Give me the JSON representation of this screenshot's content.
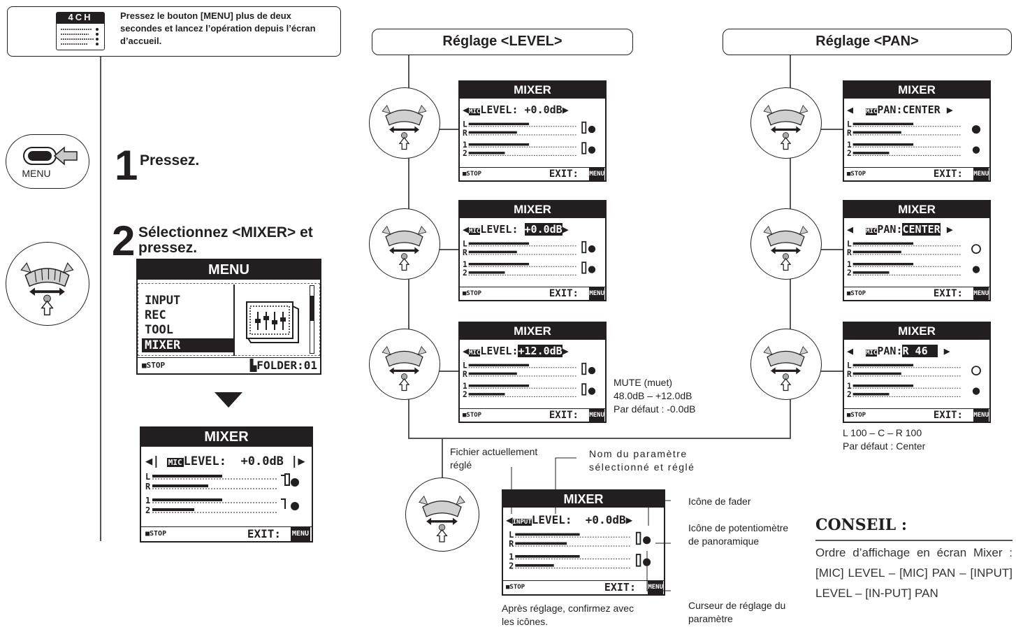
{
  "header": {
    "badge": "4CH",
    "note": "Pressez le bouton [MENU] plus de deux secondes et lancez l’opération depuis l’écran d’accueil."
  },
  "sections": {
    "level": "Réglage <LEVEL>",
    "pan": "Réglage <PAN>"
  },
  "menu_button_label": "MENU",
  "steps": [
    {
      "number": "1",
      "text": "Pressez."
    },
    {
      "number": "2",
      "text": "Sélectionnez <MIXER> et pressez."
    }
  ],
  "menu_screen": {
    "title": "MENU",
    "items": [
      "INPUT",
      "REC",
      "TOOL",
      "MIXER"
    ],
    "selected": "MIXER",
    "foot_left": "■STOP",
    "foot_right": "▙FOLDER:01"
  },
  "mixer": {
    "title": "MIXER",
    "level_label": "LEVEL:",
    "pan_label": "PAN:",
    "mic_tag": "MIC",
    "input_tag": "INPUT",
    "channels": [
      "L",
      "R",
      "1",
      "2"
    ],
    "foot_left": "■STOP",
    "foot_right": "EXIT:",
    "foot_key": "MENU"
  },
  "step2_screen": {
    "value": "+0.0dB"
  },
  "level_screens": [
    {
      "value": "+0.0dB"
    },
    {
      "value": "+0.0dB"
    },
    {
      "value": "+12.0dB"
    }
  ],
  "pan_screens": [
    {
      "value": "CENTER"
    },
    {
      "value": "CENTER"
    },
    {
      "value": "R 46"
    }
  ],
  "diagram_screen": {
    "value": "+0.0dB"
  },
  "level_range": [
    "MUTE (muet)",
    "48.0dB – +12.0dB",
    "Par défaut : -0.0dB"
  ],
  "pan_range": [
    "L 100 – C – R 100",
    "Par défaut : Center"
  ],
  "annotations": {
    "file": "Fichier actuellement réglé",
    "param_name": "Nom du paramètre sélectionné et réglé",
    "fader_icon": "Icône de fader",
    "pan_icon": "Icône de potentiomètre de panoramique",
    "cursor": "Curseur de réglage du paramètre",
    "confirm": "Après réglage, confirmez avec les icônes."
  },
  "conseil": {
    "title": "CONSEIL :",
    "text": "Ordre d’affichage en écran Mixer : [MIC] LEVEL – [MIC] PAN – [INPUT] LEVEL – [IN-PUT] PAN"
  }
}
